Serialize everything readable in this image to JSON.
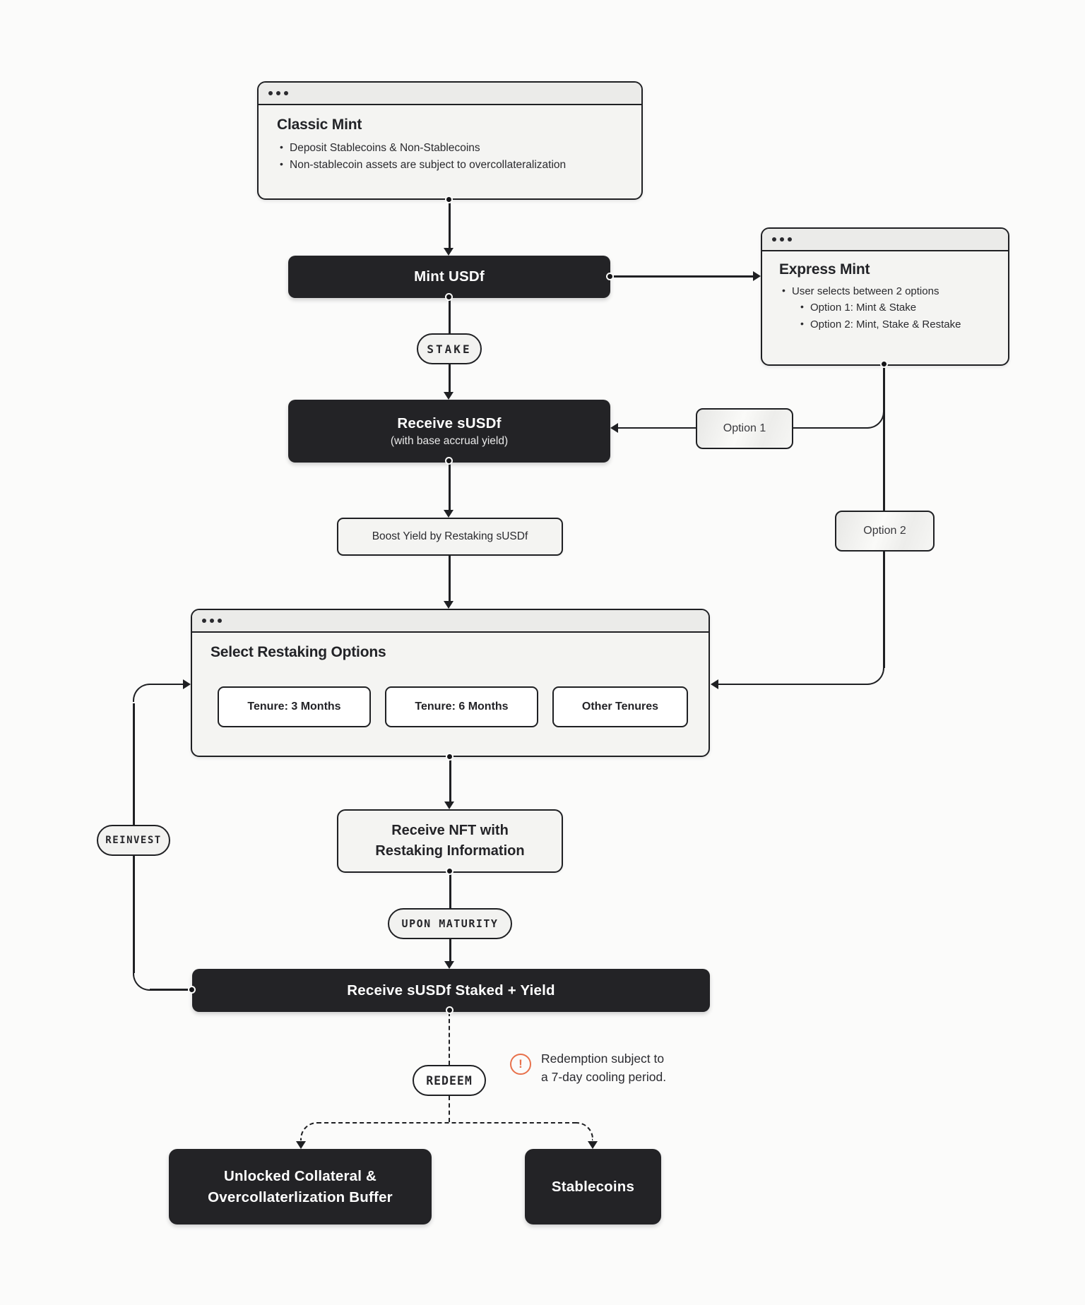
{
  "page": {
    "bg": "#FBFBFA",
    "ink": "#1F2023",
    "dark_box": "#232326",
    "warning_color": "#E8714B"
  },
  "classic_mint": {
    "title": "Classic Mint",
    "bullets": [
      "Deposit Stablecoins & Non-Stablecoins",
      "Non-stablecoin assets are subject to overcollateralization"
    ]
  },
  "mint_usdf": {
    "label": "Mint USDf"
  },
  "stake_pill": {
    "label": "STAKE"
  },
  "receive_susdf": {
    "title": "Receive sUSDf",
    "subtitle": "(with base accrual yield)"
  },
  "express_mint": {
    "title": "Express Mint",
    "bullet": "User selects between 2 options",
    "sub_bullets": [
      "Option 1: Mint & Stake",
      "Option 2: Mint, Stake & Restake"
    ]
  },
  "option_1": {
    "label": "Option 1"
  },
  "option_2": {
    "label": "Option 2"
  },
  "boost_yield": {
    "label": "Boost Yield by Restaking sUSDf"
  },
  "select_restaking": {
    "title": "Select Restaking Options",
    "buttons": [
      "Tenure: 3 Months",
      "Tenure: 6 Months",
      "Other Tenures"
    ]
  },
  "reinvest_pill": {
    "label": "REINVEST"
  },
  "receive_nft": {
    "line1": "Receive NFT with",
    "line2": "Restaking Information"
  },
  "upon_maturity_pill": {
    "label": "UPON MATURITY"
  },
  "receive_staked": {
    "label": "Receive sUSDf Staked + Yield"
  },
  "redeem_pill": {
    "label": "REDEEM"
  },
  "redemption_note": {
    "glyph": "!",
    "line1": "Redemption subject to",
    "line2": "a 7-day cooling period."
  },
  "unlocked_collateral": {
    "line1": "Unlocked Collateral &",
    "line2": "Overcollaterlization Buffer"
  },
  "stablecoins": {
    "label": "Stablecoins"
  }
}
